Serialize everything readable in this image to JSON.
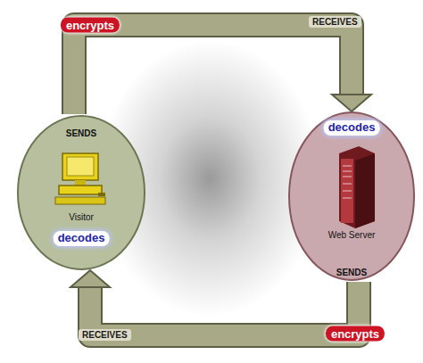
{
  "diagram": {
    "nodes": [
      {
        "text": [
          "SENDS",
          "Visitor",
          "decodes"
        ]
      },
      {
        "text": [
          "decodes",
          "Web Server",
          "SENDS"
        ]
      }
    ],
    "edges": [
      {
        "from": 0,
        "to": 1,
        "arrow": "to",
        "label": "encrypts"
      },
      {
        "from": 1,
        "to": 0,
        "arrow": "to",
        "label": "encrypts"
      }
    ],
    "labels": [
      "RECEIVES",
      "RECEIVES"
    ]
  }
}
